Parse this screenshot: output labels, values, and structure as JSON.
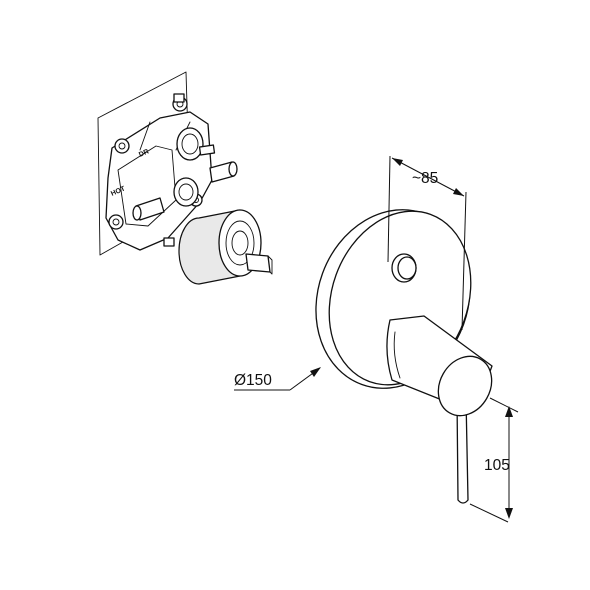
{
  "valve_labels": {
    "upper": "DR",
    "lower": "HOT"
  },
  "dimensions": {
    "depth": "~85",
    "diameter": "Ø150",
    "lever_length": "105"
  }
}
